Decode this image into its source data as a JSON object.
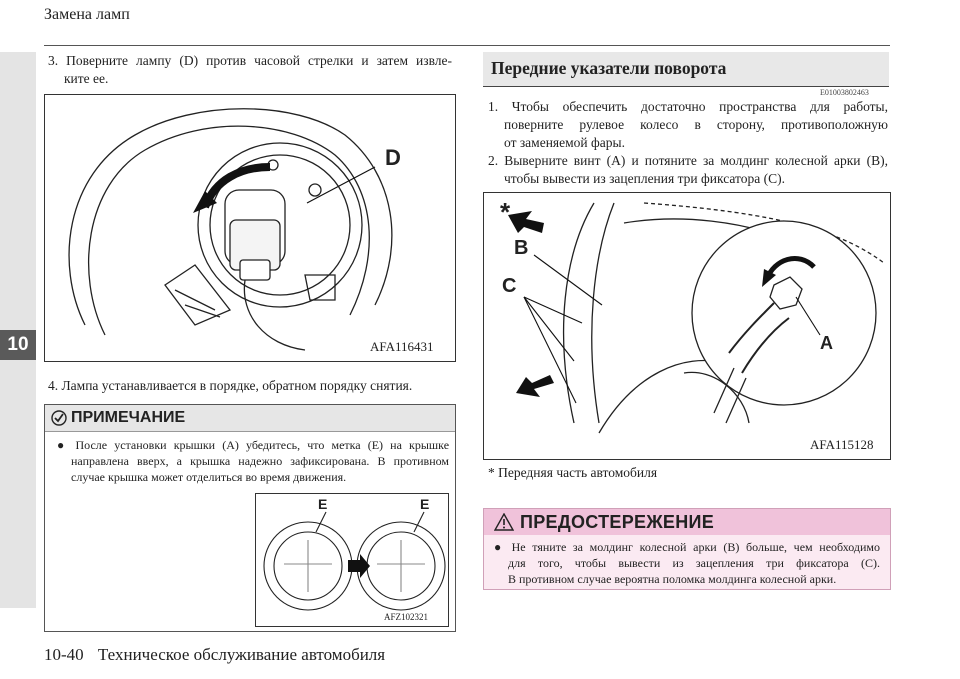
{
  "header": {
    "title": "Замена ламп",
    "chapter": "10"
  },
  "footer": {
    "page": "10-40",
    "book": "Техническое обслуживание автомобиля"
  },
  "left": {
    "step3_num": "3.",
    "step3_line1": "Поверните лампу (D) против часовой стрелки и затем извле-",
    "step3_line2": "ките ее.",
    "fig1": {
      "letter": "D",
      "code": "AFA116431"
    },
    "step4": "4. Лампа устанавливается в порядке, обратном порядку снятия.",
    "note": {
      "title": "ПРИМЕЧАНИЕ",
      "line1": "После установки крышки (A) убедитесь, что метка (E) на крышке",
      "line2": "направлена вверх, а крышка надежно зафиксирована. В противном",
      "line3": "случае крышка может отделиться во время движения.",
      "fig": {
        "letter1": "E",
        "letter2": "E",
        "code": "AFZ102321"
      }
    }
  },
  "right": {
    "section_title": "Передние указатели поворота",
    "code": "E01003802463",
    "step1_line1": "1. Чтобы обеспечить достаточно пространства для работы,",
    "step1_line2": "поверните рулевое колесо в сторону, противоположную",
    "step1_line3": "от заменяемой фары.",
    "step2_line1": "2. Выверните винт (A) и потяните за молдинг колесной арки (B),",
    "step2_line2": "чтобы вывести из зацепления три фиксатора (C).",
    "fig2": {
      "star": "*",
      "labelB": "B",
      "labelC": "C",
      "labelA": "A",
      "code": "AFA115128"
    },
    "footnote": "* Передняя часть автомобиля",
    "warning": {
      "title": "ПРЕДОСТЕРЕЖЕНИЕ",
      "line1": "Не тяните за молдинг колесной арки (B) больше, чем необходимо",
      "line2": "для того, чтобы вывести из зацепления три фиксатора (C).",
      "line3": "В противном случае вероятна поломка молдинга колесной арки."
    }
  }
}
